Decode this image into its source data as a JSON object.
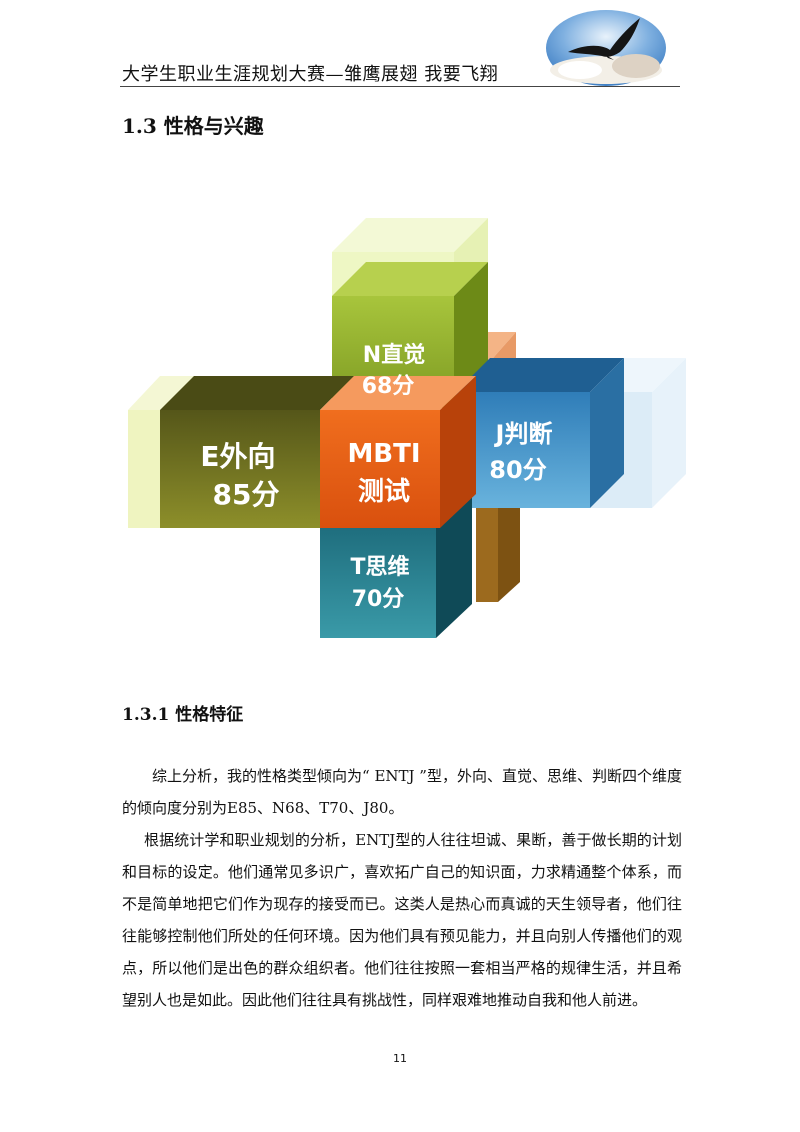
{
  "header": {
    "title": "大学生职业生涯规划大赛—雏鹰展翅 我要飞翔"
  },
  "section": {
    "heading": "1.3 性格与兴趣"
  },
  "diagram": {
    "center_line1": "MBTI",
    "center_line2": "测试",
    "e_name": "E外向",
    "e_score": "85分",
    "n_name": "N直觉",
    "n_score": "68分",
    "j_name": "J判断",
    "j_score": "80分",
    "t_name": "T思维",
    "t_score": "70分",
    "colors": {
      "center": "#e25a12",
      "e_cube": "#6e6f1c",
      "n_cube": "#8eab2c",
      "j_cube": "#3d88ba",
      "t_cube": "#2e8696"
    }
  },
  "subsection": {
    "heading": "1.3.1 性格特征"
  },
  "paragraphs": {
    "p1": "综上分析，我的性格类型倾向为“ ENTJ ”型，外向、直觉、思维、判断四个维度的倾向度分别为E85、N68、T70、J80。",
    "p2": "根据统计学和职业规划的分析，ENTJ型的人往往坦诚、果断，善于做长期的计划和目标的设定。他们通常见多识广，喜欢拓广自己的知识面，力求精通整个体系，而不是简单地把它们作为现存的接受而已。这类人是热心而真诚的天生领导者，他们往往能够控制他们所处的任何环境。因为他们具有预见能力，并且向别人传播他们的观点，所以他们是出色的群众组织者。他们往往按照一套相当严格的规律生活，并且希望别人也是如此。因此他们往往具有挑战性，同样艰难地推动自我和他人前进。"
  },
  "footer": {
    "page_number": "11"
  }
}
